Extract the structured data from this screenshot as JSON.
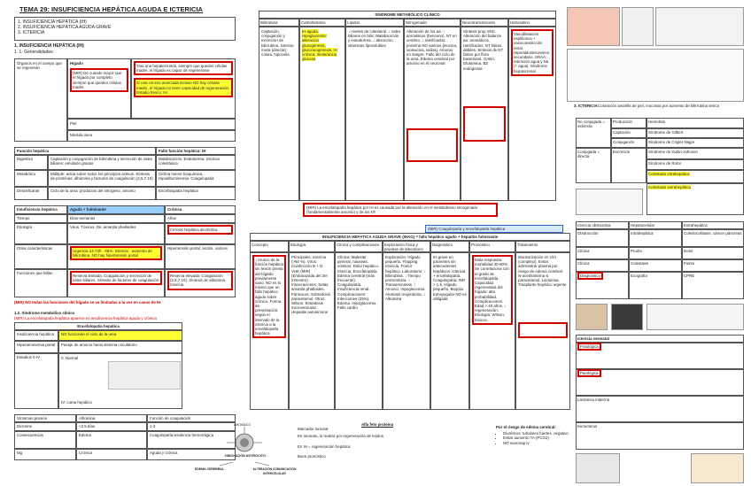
{
  "doc": {
    "title": "TEMA 29: INSUFICIENCIA HEPÁTICA AGUDA E ICTERICIA"
  },
  "toc": [
    "1. INSUFICIENCIA HEPÁTICA (IH)",
    "2. INSUFICIENCIA HEPÁTICA AGUDA GRAVE",
    "3. ICTERICIA"
  ],
  "sec1": {
    "heading": "1. INSUFICIENCIA HEPÁTICA (IH)",
    "sub": "1. 1. Generalidades"
  },
  "gen": {
    "left": "Órganos en el cuerpo que se regeneran",
    "right_head": "Hígado",
    "note1": "(MIR) De cuando mayor que el hígado por completo siempre que queden células madre",
    "col3": "Tras una hepatectomía, siempre que queden células madre, el hígado es capaz de regenerarse",
    "warn": "Si una cirrosis avanzada incluso NO hay células madre, el hígado no tiene capacidad de regeneración. Estadio fresco: IH",
    "row2": "Piel",
    "row3": "Médula ósea"
  },
  "func": {
    "head_l": "Función hepática",
    "head_r": "Fallo función hepática: IH",
    "rows": [
      {
        "k": "Digestivo",
        "v": "Captación y conjugación de bilirrubina y secreción de sales biliares: emulsión grasas",
        "f": "Malabsorción. Esteatorrea. Ictericia colestásica"
      },
      {
        "k": "Metabólico",
        "v": "Múltiple: actúa sobre todos los principios activos. Síntesis de proteínas: albúmina y factores de coagulación (2,5,7,10)",
        "f": "Ciclina menor bioquímica. Hipoalbuminemia. Coagulopatía"
      },
      {
        "k": "Detoxificante",
        "v": "Ciclo de la urea: productos del nitrógeno, amonio",
        "f": "Encefalopatía hepática"
      }
    ]
  },
  "ihag": {
    "head": "Insuficiencia hepática",
    "aguda": "Aguda + fulminante",
    "cronica": "Crónica",
    "rows": [
      {
        "k": "Tiempo",
        "v": "Días-semanas",
        "c": "Años"
      },
      {
        "k": "Etiología",
        "v": "Virus. Tóxicos. Dir. amanita phalloides",
        "c": "Cirrosis hepática alcohólica"
      },
      {
        "k": "Otras características",
        "v": "Urgencia 24-72h · 65%. Ictericia · aumento de bilirrubina. NO hay hipertensión portal",
        "c": "Hipertensión portal, ascitis, varices"
      },
      {
        "k": "Funciones que fallan",
        "v": "Reserva limitada. Coagulación y secreción de sales biliares. Síntesis de factores de coagulación",
        "c": "Reserva elevada: Coagulación (2,5,7,10). Síntesis de albúmina. Ictericia"
      }
    ]
  },
  "mir_note": "(MIR) NO todas las funciones del hígado se va limitadas a la vez en casos de IH",
  "sec12": {
    "heading": "1.2. Síndrome metabólico clínico",
    "sub": "(MIR) La encefalopatía hepática aparece en insuficiencia hepática aguda y crónica"
  },
  "enceph": {
    "head": "Encefalopatía hepática",
    "r1": "Insuficiencia hepática",
    "r1v": "NO funcionan el ciclo de la urea",
    "r2": "Hiperamonemia portal",
    "r2v": "Pasaje de amonio hacia sistema circulatorio",
    "r3": "Estadios 0-IV",
    "g": "0: Normal",
    "x": "IV: coma hepático"
  },
  "sintomas": {
    "h": "Síntomas presión",
    "a": "Albúmina",
    "c": "Función de coagulación",
    "rows": [
      {
        "k": "Derrame",
        "v": "<2.5 días",
        "c": "1-3"
      },
      {
        "k": "Consecuencias",
        "v": "Edema",
        "c": "Coagulopatía tendencia hemorrágica"
      },
      {
        "k": "Mg",
        "v": "Crónica",
        "c": "Aguda y crónica"
      }
    ]
  },
  "diagram": {
    "ammonia": "AMONÍACO",
    "caption": "HINCHAZÓN ASTROCITO",
    "edema": "EDEMA CEREBRAL",
    "alt": "ALTERACIÓN COMUNICACIÓN INTERCELULAR"
  },
  "smc": {
    "title": "SÍNDROME METABÓLICO CLÍNICO",
    "cols": [
      "Bilirrubina",
      "Carbohidratos",
      "Lípidos",
      "Nitrogenado",
      "Neurotransmisores",
      "Hidrosalino"
    ],
    "c1": "Captación, conjugación y excreción de bilirrubina. Ictericia mixta (directa): colura, hipocolia",
    "c2": "IH aguda. Hipoglucemia: alteración glucogénesis, gluconeogénesis. IH crónica: Intolerancia glucosa",
    "c3": "↓ niveles de colesterol. ↓ sales biliares en bilis: Malabsorción y esteatorrea. ↓ absorción vitaminas liposolubles",
    "c4": "Alteración de los aa. ↑ aromáticos (benceno). NT en cerebro. ↓ ramificados: proteína NO aminos (leucina, isoleucina, valina). Amonio en sangre. Fallo del ciclo de la urea. Edema cerebral por amonio en el neuronal",
    "c5": "Síntesis prop SNC. Alteración del balance aa: aromáticos, ramificados. NT falsos débiles. Síntesis de NT falsos por flora bacteriana. GABA, Glutamina. BZ endógenas",
    "c6": "Vasodilatación esplácnica + vasoconstricción renal. Hiperaldosteronismo secundario. SRAA: retención agua y Na (+ agua). Síndrome hepatorrenal"
  },
  "mir_enc": "(MIR) La encefalopatía hepática por IH es causada por la alteración en el metabolismo nitrogenado (fundamentalmente amonio) y de los NT",
  "ihag2": {
    "banner": "(MIR) Coagulopatía y encefalopatía hepática",
    "title": "INSUFICIENCIA HEPÁTICA AGUDA GRAVE (IHAG) = fallo hepático agudo + hepatitis fulminante",
    "cols": [
      "Concepto",
      "Etiología",
      "Clínica y complicaciones",
      "Exploración física y pruebas de laboratorio",
      "Diagnóstico",
      "Pronóstico",
      "Tratamiento"
    ],
    "c0": "↓ brusco de la función hepática sin lesión previa del hígado previamente sano. NO es lo mismo que un fallo hepático agudo sobre crónico. Forma de presentación: según el intervalo de la ictericia a la encefalopatía hepática",
    "c1": "Principales: Ictericia (>50 %). Virus: Coinfección B + D. VHE (MIR) (Embarazada del 3er trimestre). Intoxicaciones: Setas amanita phalloides. Fármacos: Sobredosis paracetamol. Otros: Wilson. Esteatosis microvesicular. Hepatitis autoinmune",
    "c2": "Clínica: Malestar general, náuseas, vómitos. Dolor hepático. Ictericia. Encefalopatía. Edema cerebral (más frecuente). Coagulopatía. Insuficiencia renal. Complicaciones: Infecciones (25%). Edema. Hipoglucemia. Fallo cardio",
    "c3": "Exploración: Hígado pequeño. Flapping. Ictericia. Foetor hepático. Laboratorio: ↑ Bilirrubina. ↓ Tiempo protrombina. ↑ Transaminasas. ↑ Amonio. Hipoglucemia. Alcalosis respiratoria. ↓ Albúmina",
    "c4": "IH grave en pacientes sin antecedentes hepáticos. Ictericia + encefalopatía. Coagulopatía: INR > 1,5. Hígado pequeño. Biopsia transyugular NO es obligada",
    "c5": "Mala respuesta: mortalidad 40-80%. Se correlaciona con el grado de encefalopatía. Capacidad regenerativa del hígado: alta probabilidad. Complicaciones: Edad > 40 años, ↓ regeneración. Etiología: Wilson, tóxicos.",
    "c6": "Monitorización en UVI (complejo). Evitar administrar plasma por riesgo de edema cerebral. N-acetilcisteína si paracetamol. Lactulosa. Trasplante hepático urgente"
  },
  "alfa": {
    "t": "Alfa feto proteína",
    "r1": "Marcador tumoral",
    "r2": "En neonato, lo realiza por regeneración de tejidos",
    "r3": "En IH = regeneración hepática",
    "r4": "Buen pronóstico"
  },
  "riesgo": {
    "t": "Por el riesgo de edema cerebral:",
    "items": [
      "Diuréticos: tubulares fuertes. negativo",
      "Evitar aumento TA (PCO2)",
      "NO suerorap iv"
    ]
  },
  "ict": {
    "heading": "3. ICTERICIA",
    "sub": "Coloración amarilla de piel, mucosas por aumento de bilirrubina sérica",
    "head_l": "No conjugada = indirecta",
    "h2": "Conjugada = directa",
    "rows": [
      "Producción",
      "Captación",
      "Conjugación",
      "Excreción"
    ],
    "syn": [
      "Hemólisis",
      "Síndrome de Gilbert",
      "Síndrome de Crigler-Najjar",
      "Síndrome de Dubin-Johnson",
      "Síndrome de Rotor",
      "Colestasis intrahepática",
      "Colestasis extrahepática"
    ]
  },
  "labs": {
    "head": [
      "Ictericia obstructiva",
      "Hepatocelular",
      "Extrahepática"
    ],
    "rows": [
      {
        "k": "Obstrucción",
        "v": "Intrahepática",
        "w": "Coledocolitiasis, cáncer páncreas"
      },
      {
        "k": "Clínica",
        "v": "Prurito",
        "w": "Dolor"
      },
      {
        "k": "Clínica",
        "v": "Colestasis",
        "w": "Fiebre"
      },
      {
        "k": "Diagnóstico",
        "v": "Ecografía",
        "w": "CPRE"
      }
    ]
  },
  "rightlow": {
    "title": "Ictericia neonatal",
    "rows": [
      "Fisiológica",
      "Patológica",
      "Lactancia materna",
      "Kernicterus"
    ]
  }
}
